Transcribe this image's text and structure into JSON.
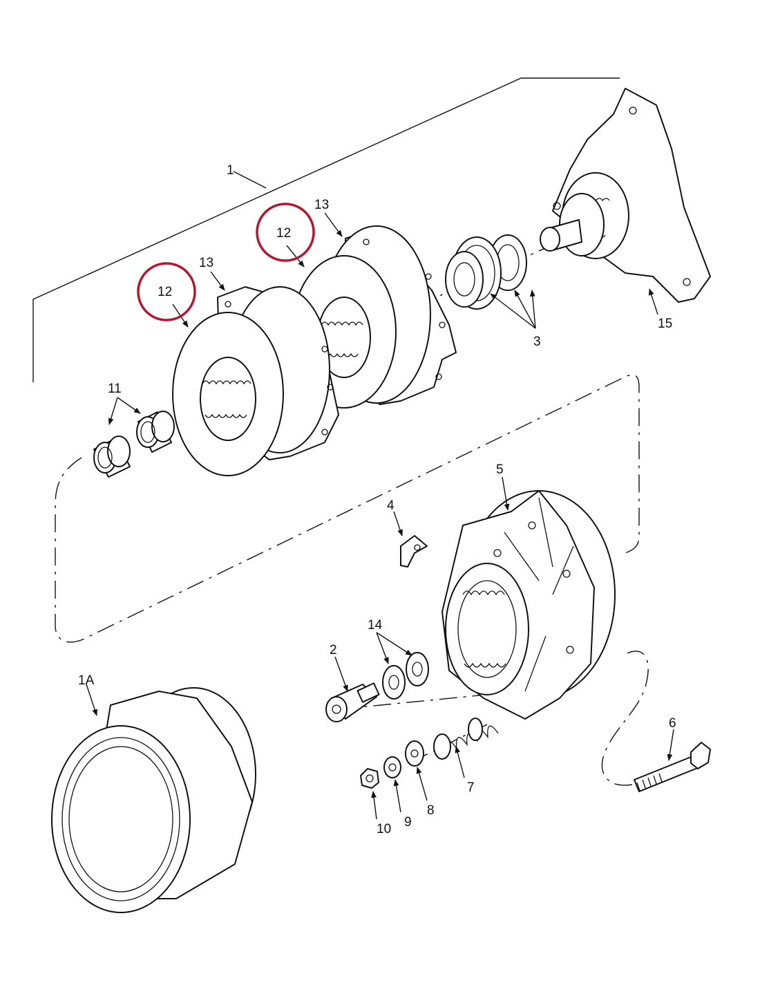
{
  "colors": {
    "ink": "#111111",
    "highlight": "#b5162e",
    "background": "#ffffff"
  },
  "callouts": {
    "c1": "1",
    "c1a": "1A",
    "c2": "2",
    "c3": "3",
    "c4": "4",
    "c5": "5",
    "c6": "6",
    "c7": "7",
    "c8": "8",
    "c9": "9",
    "c10": "10",
    "c11": "11",
    "c12a": "12",
    "c12b": "12",
    "c13a": "13",
    "c13b": "13",
    "c14": "14",
    "c15": "15"
  },
  "highlighted_callouts": [
    "12",
    "12"
  ]
}
